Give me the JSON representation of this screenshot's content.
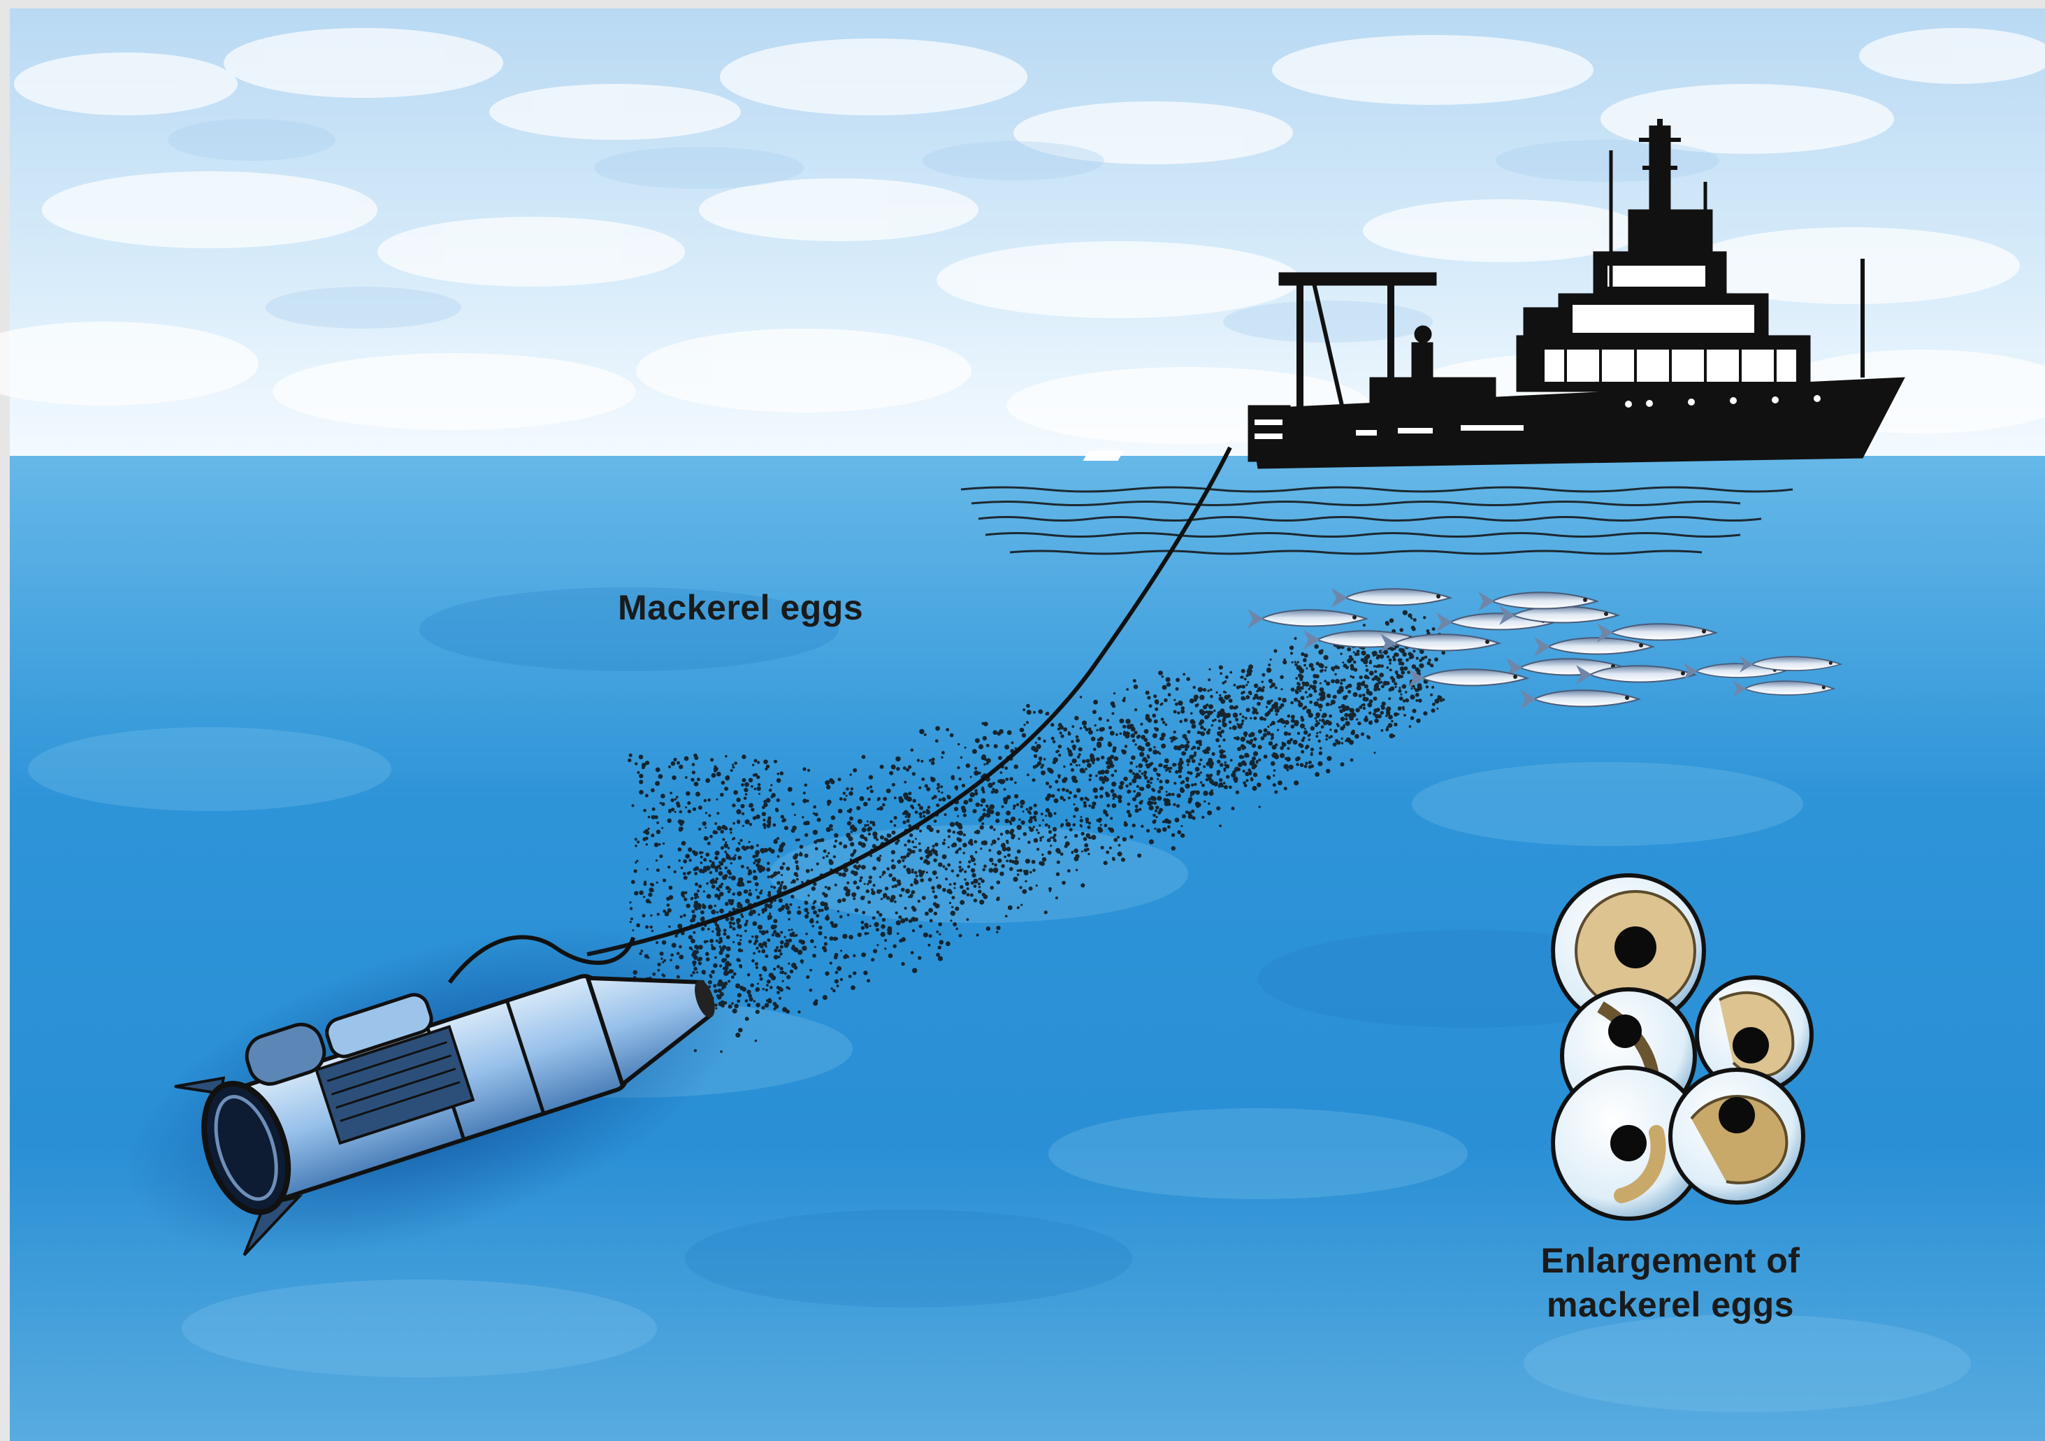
{
  "labels": {
    "mackerel_eggs": "Mackerel eggs",
    "enlargement_line1": "Enlargement of",
    "enlargement_line2": "mackerel eggs"
  },
  "colors": {
    "sky_top": "#c9e2f6",
    "sky_cloud": "#ffffff",
    "sea_top": "#5fb4e6",
    "sea_mid": "#2f93d6",
    "sea_bottom": "#4ea7df",
    "ink": "#111111",
    "sampler_body": "#9cc4ea",
    "egg_yolk": "#dcc38f"
  }
}
